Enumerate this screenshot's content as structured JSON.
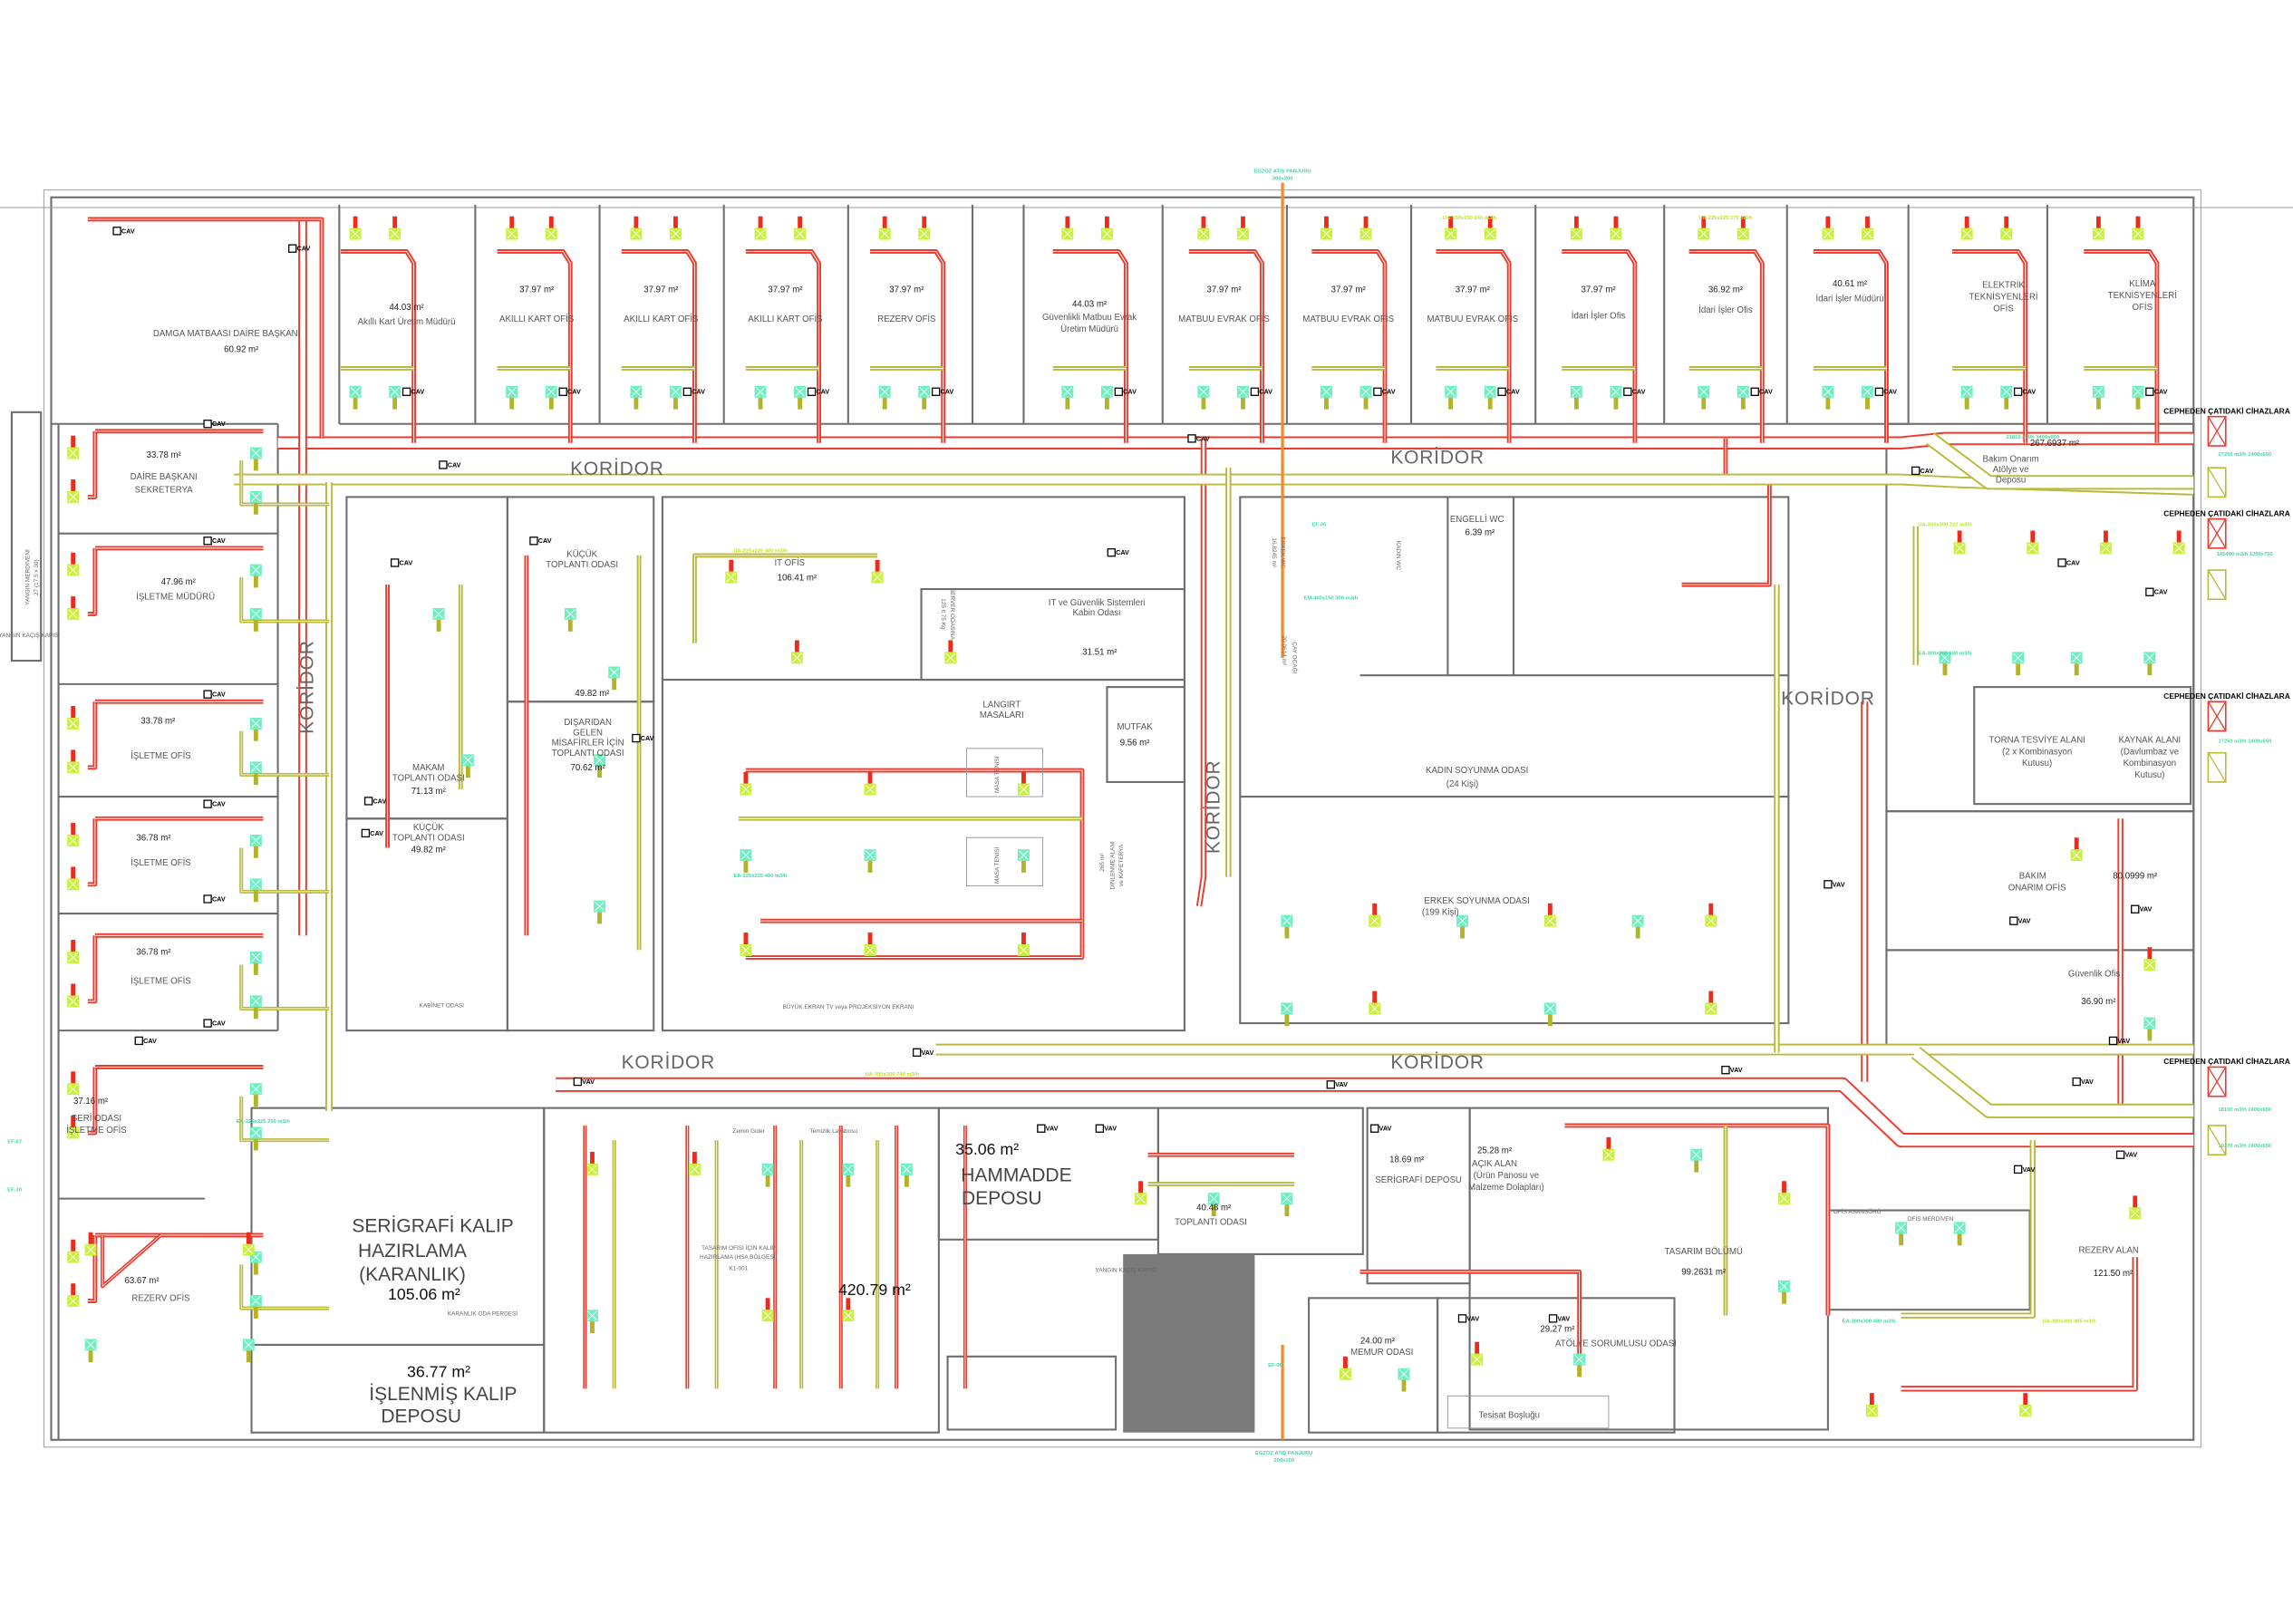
{
  "drawing": {
    "colors": {
      "supply_duct": "#ee3a2c",
      "return_duct": "#b9b93a",
      "diffuser_supply": "#c8f03c",
      "diffuser_return": "#6cf0c0",
      "wall": "#6e6e6e",
      "exhaust": "#f08a2a"
    },
    "exhaust_top": {
      "label": "EGZOZ ATIŞ PANJURU",
      "size": "300x200"
    },
    "exhaust_bottom": {
      "label": "EGZOZ ATIŞ PANJURU",
      "size": "200x150"
    },
    "facade_label": "CEPHEDEN ÇATIDAKİ CİHAZLARA",
    "corridor": "KORİDOR",
    "device_cav": "CAV",
    "device_vav": "VAV",
    "stair": {
      "name": "YANGIN MERDİVENİ",
      "spec": "27 (17.5 x 30)"
    },
    "fire_exit": "YANGIN KAÇIŞ KAPISI"
  },
  "rooms": {
    "damga": {
      "name": "DAMGA MATBAASI DAİRE BAŞKANI",
      "area": "60.92 m²"
    },
    "akilli_mudur": {
      "name": "Akıllı Kart Üretim Müdürü",
      "area": "44.03 m²"
    },
    "akilli1": {
      "name": "AKILLI KART OFİS",
      "area": "37.97 m²"
    },
    "akilli2": {
      "name": "AKILLI KART OFİS",
      "area": "37.97 m²"
    },
    "akilli3": {
      "name": "AKILLI KART OFİS",
      "area": "37.97 m²"
    },
    "rezerv_top": {
      "name": "REZERV OFİS",
      "area": "37.97 m²"
    },
    "guvenlikli": {
      "name1": "Güvenlikli Matbuu Evrak",
      "name2": "Üretim Müdürü",
      "area": "44.03 m²"
    },
    "matbuu1": {
      "name": "MATBUU EVRAK OFİS",
      "area": "37.97 m²"
    },
    "matbuu2": {
      "name": "MATBUU EVRAK OFİS",
      "area": "37.97 m²"
    },
    "matbuu3": {
      "name": "MATBUU EVRAK OFİS",
      "area": "37.97 m²"
    },
    "idari1": {
      "name": "İdari İşler Ofis",
      "area": "37.97 m²"
    },
    "idari2": {
      "name": "İdari İşler Ofis",
      "area": "36.92 m²"
    },
    "idari_mudur": {
      "name": "İdari İşler Müdürü",
      "area": "40.61 m²"
    },
    "elektrik": {
      "name1": "ELEKTRİK",
      "name2": "TEKNİSYENLERİ",
      "name3": "OFİS"
    },
    "klima": {
      "name1": "KLİMA",
      "name2": "TEKNİSYENLERİ",
      "name3": "OFİS"
    },
    "sekreterya": {
      "name1": "DAİRE BAŞKANI",
      "name2": "SEKRETERYA",
      "area": "33.78 m²"
    },
    "isletme_mudur": {
      "name": "İŞLETME MÜDÜRÜ",
      "area": "47.96 m²"
    },
    "isletme1": {
      "name": "İŞLETME OFİS",
      "area": "33.78 m²"
    },
    "isletme2": {
      "name": "İŞLETME OFİS",
      "area": "36.78 m²"
    },
    "isletme3": {
      "name": "İŞLETME OFİS",
      "area": "36.78 m²"
    },
    "seri": {
      "name1": "SERİ ODASI",
      "name2": "İŞLETME OFİS",
      "area": "37.16 m²"
    },
    "rezerv_left": {
      "name": "REZERV OFİS",
      "area": "63.67 m²"
    },
    "makam": {
      "name1": "MAKAM",
      "name2": "TOPLANTI ODASI",
      "area": "71.13 m²"
    },
    "kucuk1": {
      "name1": "KÜÇÜK",
      "name2": "TOPLANTI ODASI",
      "area": "49.82 m²"
    },
    "kucuk2": {
      "name1": "KÜÇÜK",
      "name2": "TOPLANTI ODASI",
      "area": "49.82 m²"
    },
    "misafir": {
      "name1": "DIŞARIDAN",
      "name2": "GELEN",
      "name3": "MİSAFİRLER İÇİN",
      "name4": "TOPLANTI ODASI",
      "area": "70.62 m²"
    },
    "it": {
      "name": "IT OFİS",
      "area": "106.41 m²"
    },
    "it_kabin": {
      "name1": "IT ve Güvenlik Sistemleri",
      "name2": "Kabin Odası",
      "area": "31.51 m²"
    },
    "server": {
      "name": "SERVER ODASINA",
      "spec": "125 lt 75 Kg"
    },
    "langirt": {
      "name1": "LANGIRT",
      "name2": "MASALARI"
    },
    "masa_tenisi1": "MASA TENİSİ",
    "masa_tenisi2": "MASA TENİSİ",
    "mutfak": {
      "name": "MUTFAK",
      "area": "9.56 m²"
    },
    "dinlenme": {
      "name1": "DİNLENME ALANI",
      "name2": "ve KAFETERYA",
      "area": "265 m²"
    },
    "ekran": "BÜYÜK EKRAN TV veya PROJEKSİYON EKRANI",
    "kabinet": "KABİNET ODASI",
    "erkek_wc": {
      "name": "ERKEK WC",
      "area": "16.8245 m²"
    },
    "kadin_wc": {
      "name": "KADIN WC",
      "area": "16 m²"
    },
    "engelli_wc": {
      "name": "ENGELLİ WC",
      "area": "6.39 m²"
    },
    "cay_ocagi": {
      "name": "ÇAY OCAĞI",
      "area": "20.0614 m²"
    },
    "kadin_soyunma": {
      "name": "KADIN SOYUNMA ODASI",
      "cap": "(24 Kişi)"
    },
    "erkek_soyunma": {
      "name": "ERKEK SOYUNMA ODASI",
      "cap": "(199 Kişi)"
    },
    "bakim_atolye": {
      "name1": "Bakım Onarım",
      "name2": "Atölye ve",
      "name3": "Deposu",
      "area": "267.6937 m²"
    },
    "torna": {
      "name1": "TORNA TESVİYE ALANI",
      "name2": "(2 x Kombinasyon",
      "name3": "Kutusu)"
    },
    "kaynak": {
      "name1": "KAYNAK ALANI",
      "name2": "(Davlumbaz ve",
      "name3": "Kombinasyon",
      "name4": "Kutusu)"
    },
    "bakim_ofis": {
      "name1": "BAKIM",
      "name2": "ONARIM OFİS",
      "area": "80.0999 m²"
    },
    "guvenlik": {
      "name": "Güvenlik Ofis",
      "area": "36.90 m²"
    },
    "rezerv_alan": {
      "name": "REZERV ALAN",
      "area": "121.50 m²"
    },
    "asansor": "OFİS ASANSÖRÜ",
    "merdiven": "OFİS MERDİVEN",
    "serigrafi_kalip": {
      "name1": "SERİGRAFİ KALIP",
      "name2": "HAZIRLAMA",
      "name3": "(KARANLIK)",
      "area": "105.06 m²"
    },
    "islenmis": {
      "name1": "İŞLENMİŞ KALIP",
      "name2": "DEPOSU",
      "area": "36.77 m²"
    },
    "karanlik_perde": "KARANLIK ODA PERDESİ",
    "tasarim_kalip": {
      "name1": "TASARIM OFİSİ İÇİN KALIP",
      "name2": "HAZIRLAMA (HSA BÖLGESİ)",
      "code": "K1-001",
      "area": "420.79 m²"
    },
    "hammadde": {
      "name1": "HAMMADDE",
      "name2": "DEPOSU",
      "area": "35.06 m²"
    },
    "toplanti": {
      "name": "TOPLANTI ODASI",
      "area": "40.48 m²"
    },
    "serigrafi_depo": {
      "name": "SERİGRAFİ DEPOSU",
      "area": "18.69 m²"
    },
    "acik_alan": {
      "name1": "AÇIK ALAN",
      "name2": "(Ürün Panosu ve",
      "name3": "Malzeme Dolapları)",
      "area": "25.28 m²"
    },
    "tasarim": {
      "name": "TASARIM BÖLÜMÜ",
      "area": "99.2631 m²"
    },
    "memur": {
      "name": "MEMUR ODASI",
      "area": "24.00 m²"
    },
    "atolye_sorumlu": {
      "name": "ATÖLYE SORUMLUSU ODASI",
      "area": "29.27 m²"
    },
    "tesisat": "Tesisat Boşluğu",
    "temizlik": "Temizlik Lavabosu",
    "zemin_gider": "Zemin Gider"
  },
  "tags": {
    "ua225_300": "UA-225x225 300 m3/h",
    "ea225_400": "EA-225x225 400 m3/h",
    "ua300_722": "UA-300x300 722 m3/h",
    "ea300_680": "EA-300x300 680 m3/h",
    "ua300_485": "UA-300x300 485 m3/h",
    "ea300_480": "EA-300x300 480 m3/h",
    "ua225_240": "UA-150x150 240 m3/h",
    "ua225_375": "UA-225x225 375 m3/h",
    "ea225_250": "EA-225x225 250 m3/h",
    "ua300_740": "UA-300x300 740 m3/h",
    "em400": "EM-400x150 300 m3/h",
    "ef05": "EF-05",
    "ef06": "EF-06",
    "ef07": "EF-07",
    "ef10": "EF-10",
    "duct1": "27250 m3/h 1400x650",
    "duct2": "21810 m3/h 1400x650",
    "duct3": "17250 m3/h 1400x650",
    "duct4": "165400 m3/h 1250x750",
    "duct5": "18100 m3/h 1400x650",
    "duct6": "10170 m3/h 1400x650"
  }
}
